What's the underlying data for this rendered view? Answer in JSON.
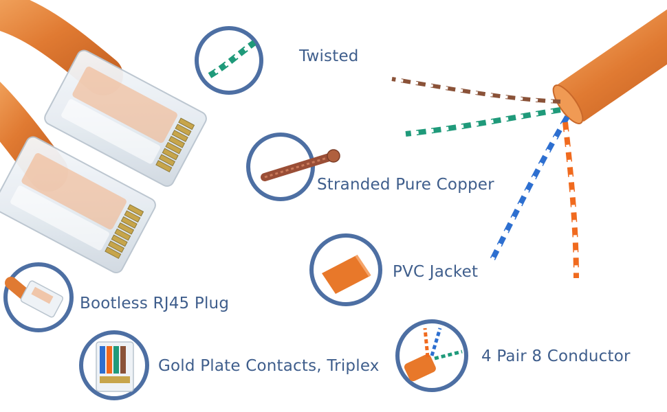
{
  "features": [
    {
      "label": "Twisted",
      "icon": "twisted-pair-icon"
    },
    {
      "label": "Stranded Pure Copper",
      "icon": "copper-strands-icon"
    },
    {
      "label": "PVC Jacket",
      "icon": "pvc-jacket-icon"
    },
    {
      "label": "Bootless RJ45 Plug",
      "icon": "rj45-plug-icon"
    },
    {
      "label": "Gold Plate Contacts, Triplex",
      "icon": "gold-contacts-icon"
    },
    {
      "label": "4 Pair 8 Conductor",
      "icon": "four-pair-cable-icon"
    }
  ],
  "colors": {
    "label": "#3f5e8c",
    "circle_ring": "#4d6fa3",
    "jacket_orange": "#e87a2e",
    "copper": "#9a4e36",
    "green_pair": "#1f9a7a",
    "blue_pair": "#2d6fd0",
    "brown_pair": "#8a5238"
  }
}
